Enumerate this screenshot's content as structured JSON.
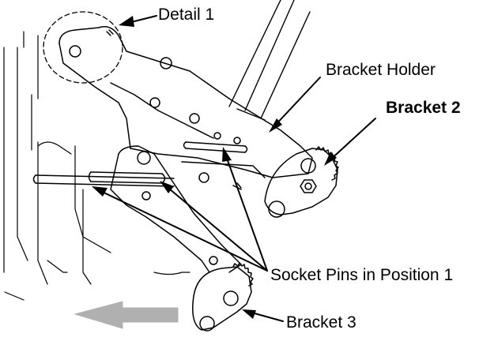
{
  "labels": {
    "detail": "Detail 1",
    "bracket_holder": "Bracket Holder",
    "bracket2": "Bracket 2",
    "socket_pins": "Socket Pins in Position 1",
    "bracket3": "Bracket 3"
  },
  "colors": {
    "line": "#000000",
    "arrow_fill": "#b0b0b0"
  }
}
